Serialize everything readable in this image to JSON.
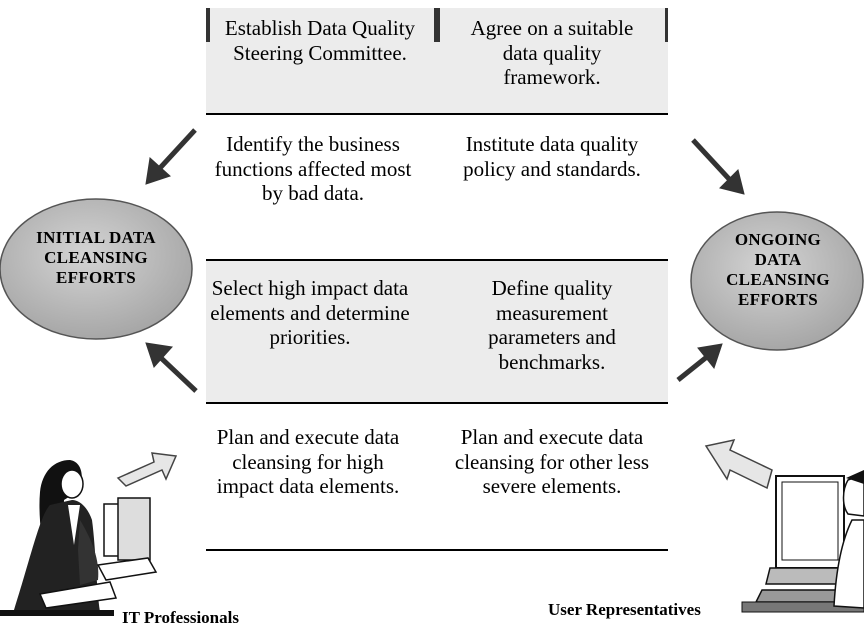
{
  "grid": {
    "rows": [
      {
        "left": "Establish Data Quality Steering Committee.",
        "right": "Agree on a suitable data quality framework."
      },
      {
        "left": "Identify the business functions affected most by bad data.",
        "right": "Institute data quality policy and standards."
      },
      {
        "left": "Select high impact data elements and determine priorities.",
        "right": "Define quality measurement parameters and benchmarks."
      },
      {
        "left": "Plan and execute data cleansing for high impact data elements.",
        "right": "Plan and execute data cleansing for other less severe elements."
      }
    ]
  },
  "ovals": {
    "initial": "INITIAL DATA CLEANSING EFFORTS",
    "ongoing": "ONGOING DATA CLEANSING EFFORTS"
  },
  "captions": {
    "it": "IT Professionals",
    "user": "User Representatives"
  }
}
